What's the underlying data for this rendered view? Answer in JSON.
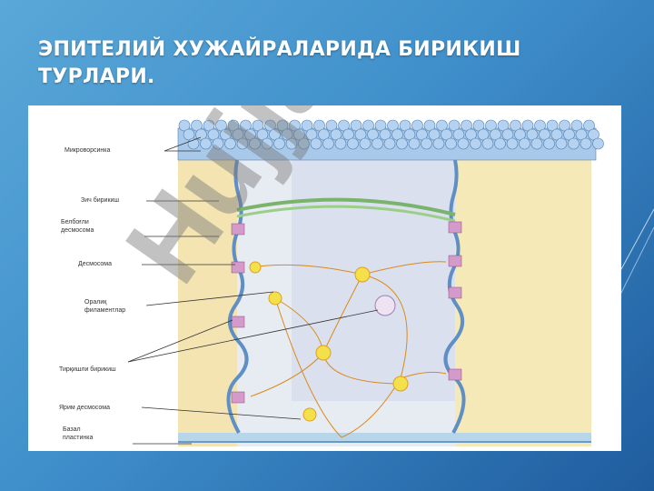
{
  "slide": {
    "title": "ЭПИТЕЛИЙ ХУЖАЙРАЛАРИДА БИРИКИШ ТУРЛАРИ."
  },
  "figure": {
    "labels": [
      "Микроворсинка",
      "Зич бирикиш",
      "Белбоғли десмосома",
      "Десмосома",
      "Оралиқ филаментлар",
      "Тирқишли бирикиш",
      "Ярим десмосома",
      "Базал пластинка"
    ],
    "watermark": "Hujjat"
  },
  "colors": {
    "background_top": "#5aa8d8",
    "background_bottom": "#1f5c9e",
    "cell_side": "#f5e6b0",
    "membrane": "#7fa9d6",
    "filament": "#d98a1c",
    "desmosome": "#f4e04a"
  }
}
